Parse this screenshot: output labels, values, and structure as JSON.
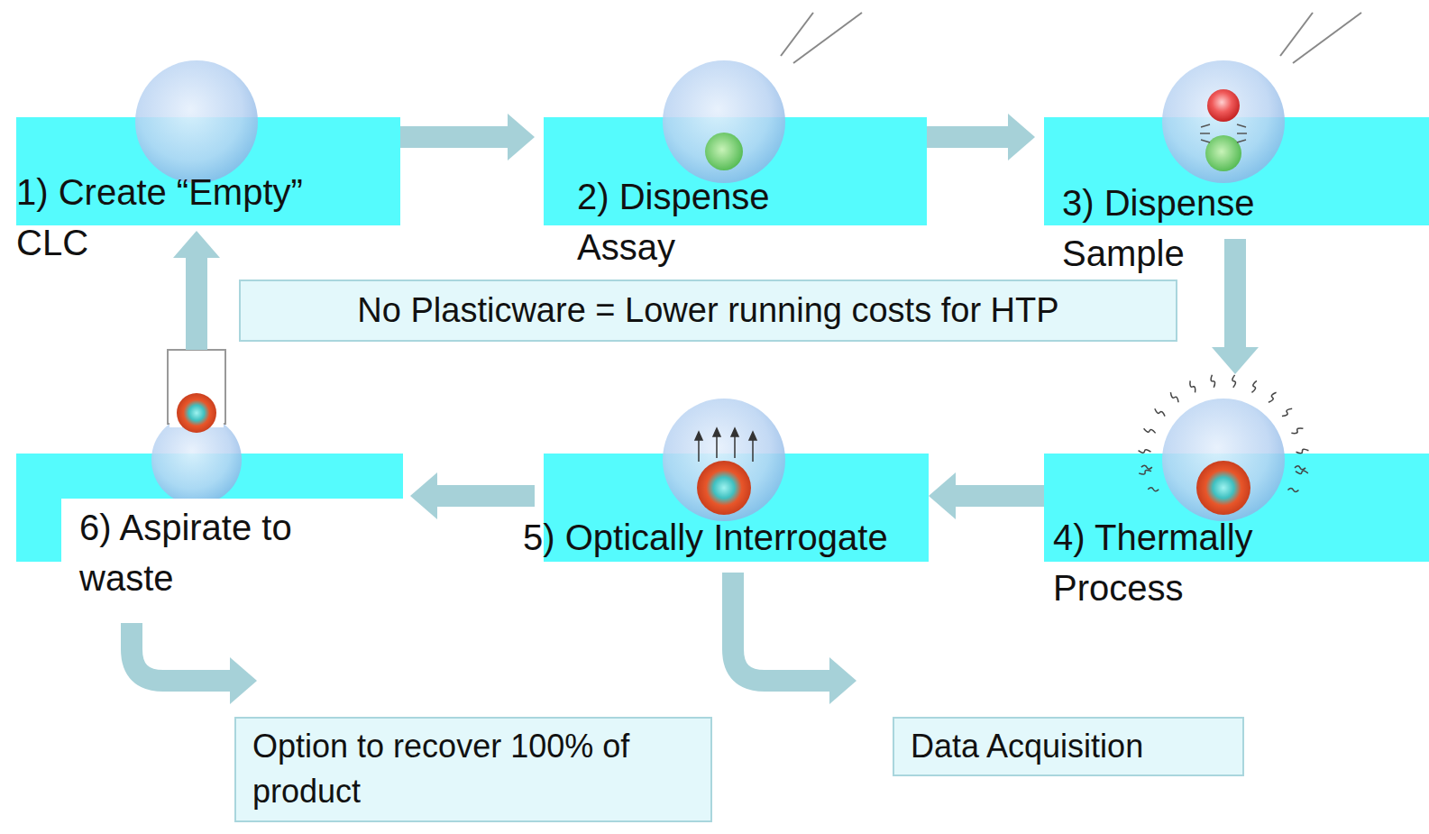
{
  "diagram": {
    "nodes": [
      {
        "text": [
          "1) Create “Empty” CLC"
        ]
      },
      {
        "text": [
          "2) Dispense Assay"
        ]
      },
      {
        "text": [
          "3) Dispense Sample"
        ]
      },
      {
        "text": [
          "No Plasticware = Lower running costs for HTP"
        ]
      },
      {
        "text": [
          "6) Aspirate to waste"
        ]
      },
      {
        "text": [
          "5) Optically Interrogate"
        ]
      },
      {
        "text": [
          "4) Thermally Process"
        ]
      },
      {
        "text": [
          "Option to recover 100% of product"
        ]
      },
      {
        "text": [
          "Data Acquisition"
        ]
      }
    ],
    "edges": [
      {
        "from": 0,
        "to": 1,
        "arrow": "to"
      },
      {
        "from": 1,
        "to": 2,
        "arrow": "to"
      },
      {
        "from": 2,
        "to": 6,
        "arrow": "to"
      },
      {
        "from": 6,
        "to": 5,
        "arrow": "to"
      },
      {
        "from": 5,
        "to": 4,
        "arrow": "to"
      },
      {
        "from": 4,
        "to": 0,
        "arrow": "to"
      },
      {
        "from": 4,
        "to": 7,
        "arrow": "to"
      },
      {
        "from": 5,
        "to": 8,
        "arrow": "to"
      }
    ]
  }
}
